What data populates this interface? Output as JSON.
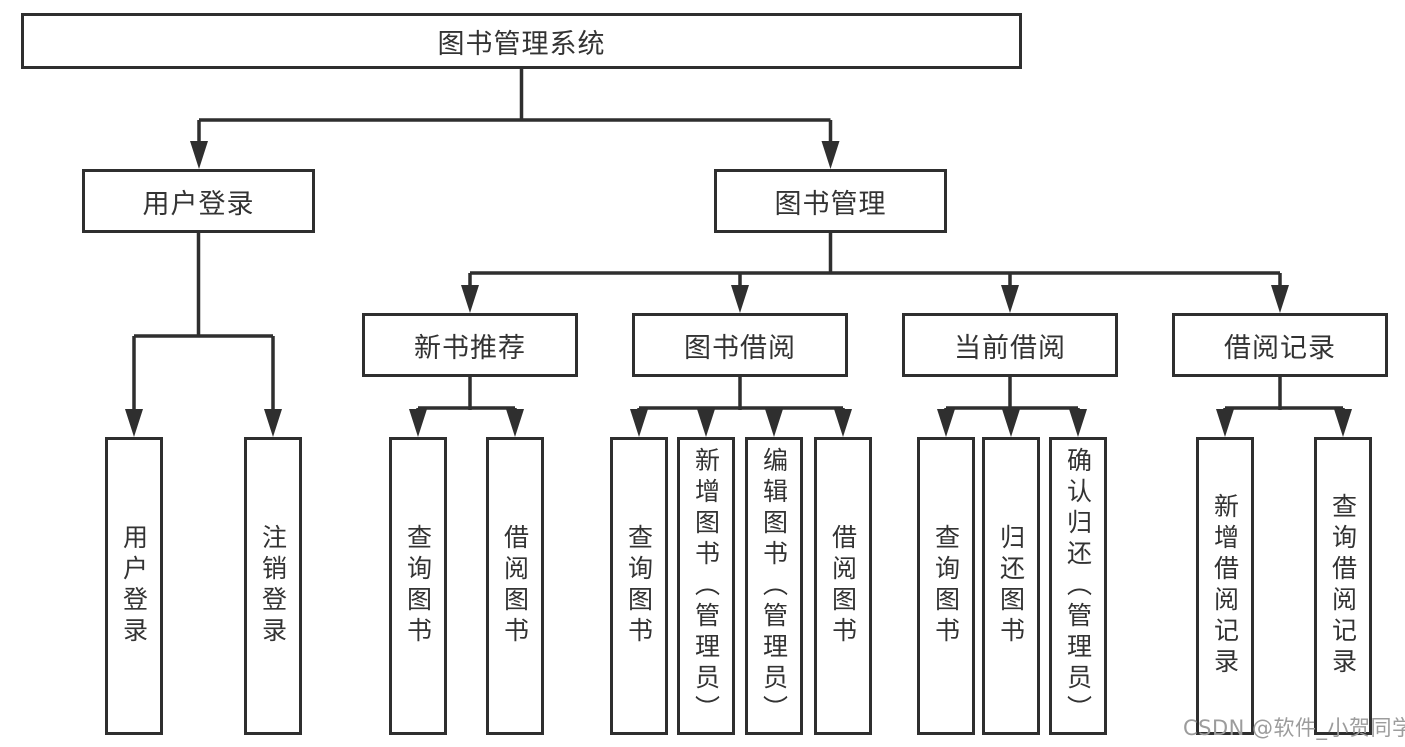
{
  "diagram": {
    "root_label": "图书管理系统",
    "level1": {
      "user_login": "用户登录",
      "book_mgmt": "图书管理"
    },
    "level2": {
      "new_book_rec": "新书推荐",
      "book_borrow": "图书借阅",
      "current_borrow": "当前借阅",
      "borrow_record": "借阅记录"
    },
    "leaves": {
      "user_login": "用户登录",
      "logout": "注销登录",
      "new_book_query": "查询图书",
      "new_book_borrow": "借阅图书",
      "borrow_query": "查询图书",
      "borrow_add": "新增图书（管理员）",
      "borrow_edit": "编辑图书（管理员）",
      "borrow_borrow": "借阅图书",
      "current_query": "查询图书",
      "current_return": "归还图书",
      "current_confirm": "确认归还（管理员）",
      "record_add": "新增借阅记录",
      "record_query": "查询借阅记录"
    },
    "watermark": "CSDN @软件_小贺同学",
    "colors": {
      "line": "#2f2f2f",
      "text": "#333333",
      "watermark_text": "#9c9c9c",
      "background": "#ffffff"
    }
  }
}
